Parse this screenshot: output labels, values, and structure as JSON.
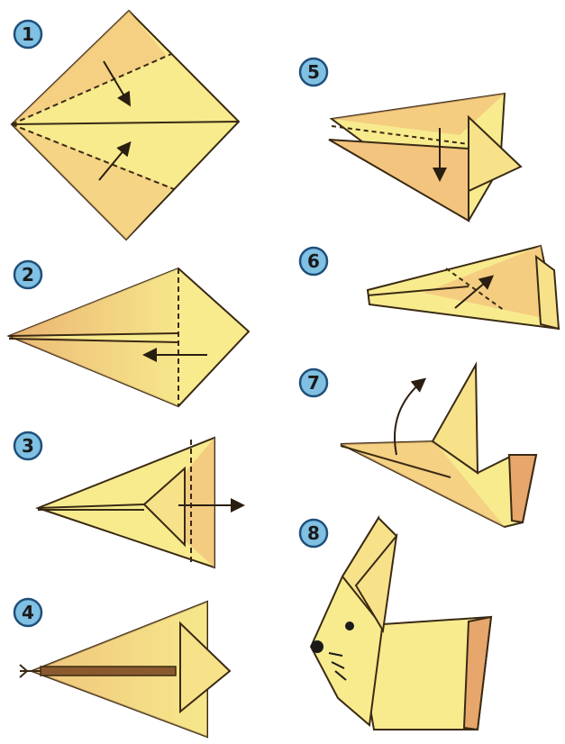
{
  "colors": {
    "paper": "#f7eb8e",
    "paper_shadow": "#e4a36a",
    "outline": "#3a2a14",
    "dashed": "#3a2a14",
    "arrow": "#2a1e10",
    "badge_fill": "#7fc0e3",
    "badge_stroke": "#1f4f7a",
    "face": "#1a1a1a"
  },
  "steps": [
    {
      "number": "1",
      "icon": "square-diamond-fold-icon"
    },
    {
      "number": "2",
      "icon": "kite-fold-icon"
    },
    {
      "number": "3",
      "icon": "kite-tip-folded-icon"
    },
    {
      "number": "4",
      "icon": "narrow-kite-icon"
    },
    {
      "number": "5",
      "icon": "split-tail-fold-icon"
    },
    {
      "number": "6",
      "icon": "flattened-body-icon"
    },
    {
      "number": "7",
      "icon": "ears-raised-icon"
    },
    {
      "number": "8",
      "icon": "origami-rabbit-icon"
    }
  ]
}
